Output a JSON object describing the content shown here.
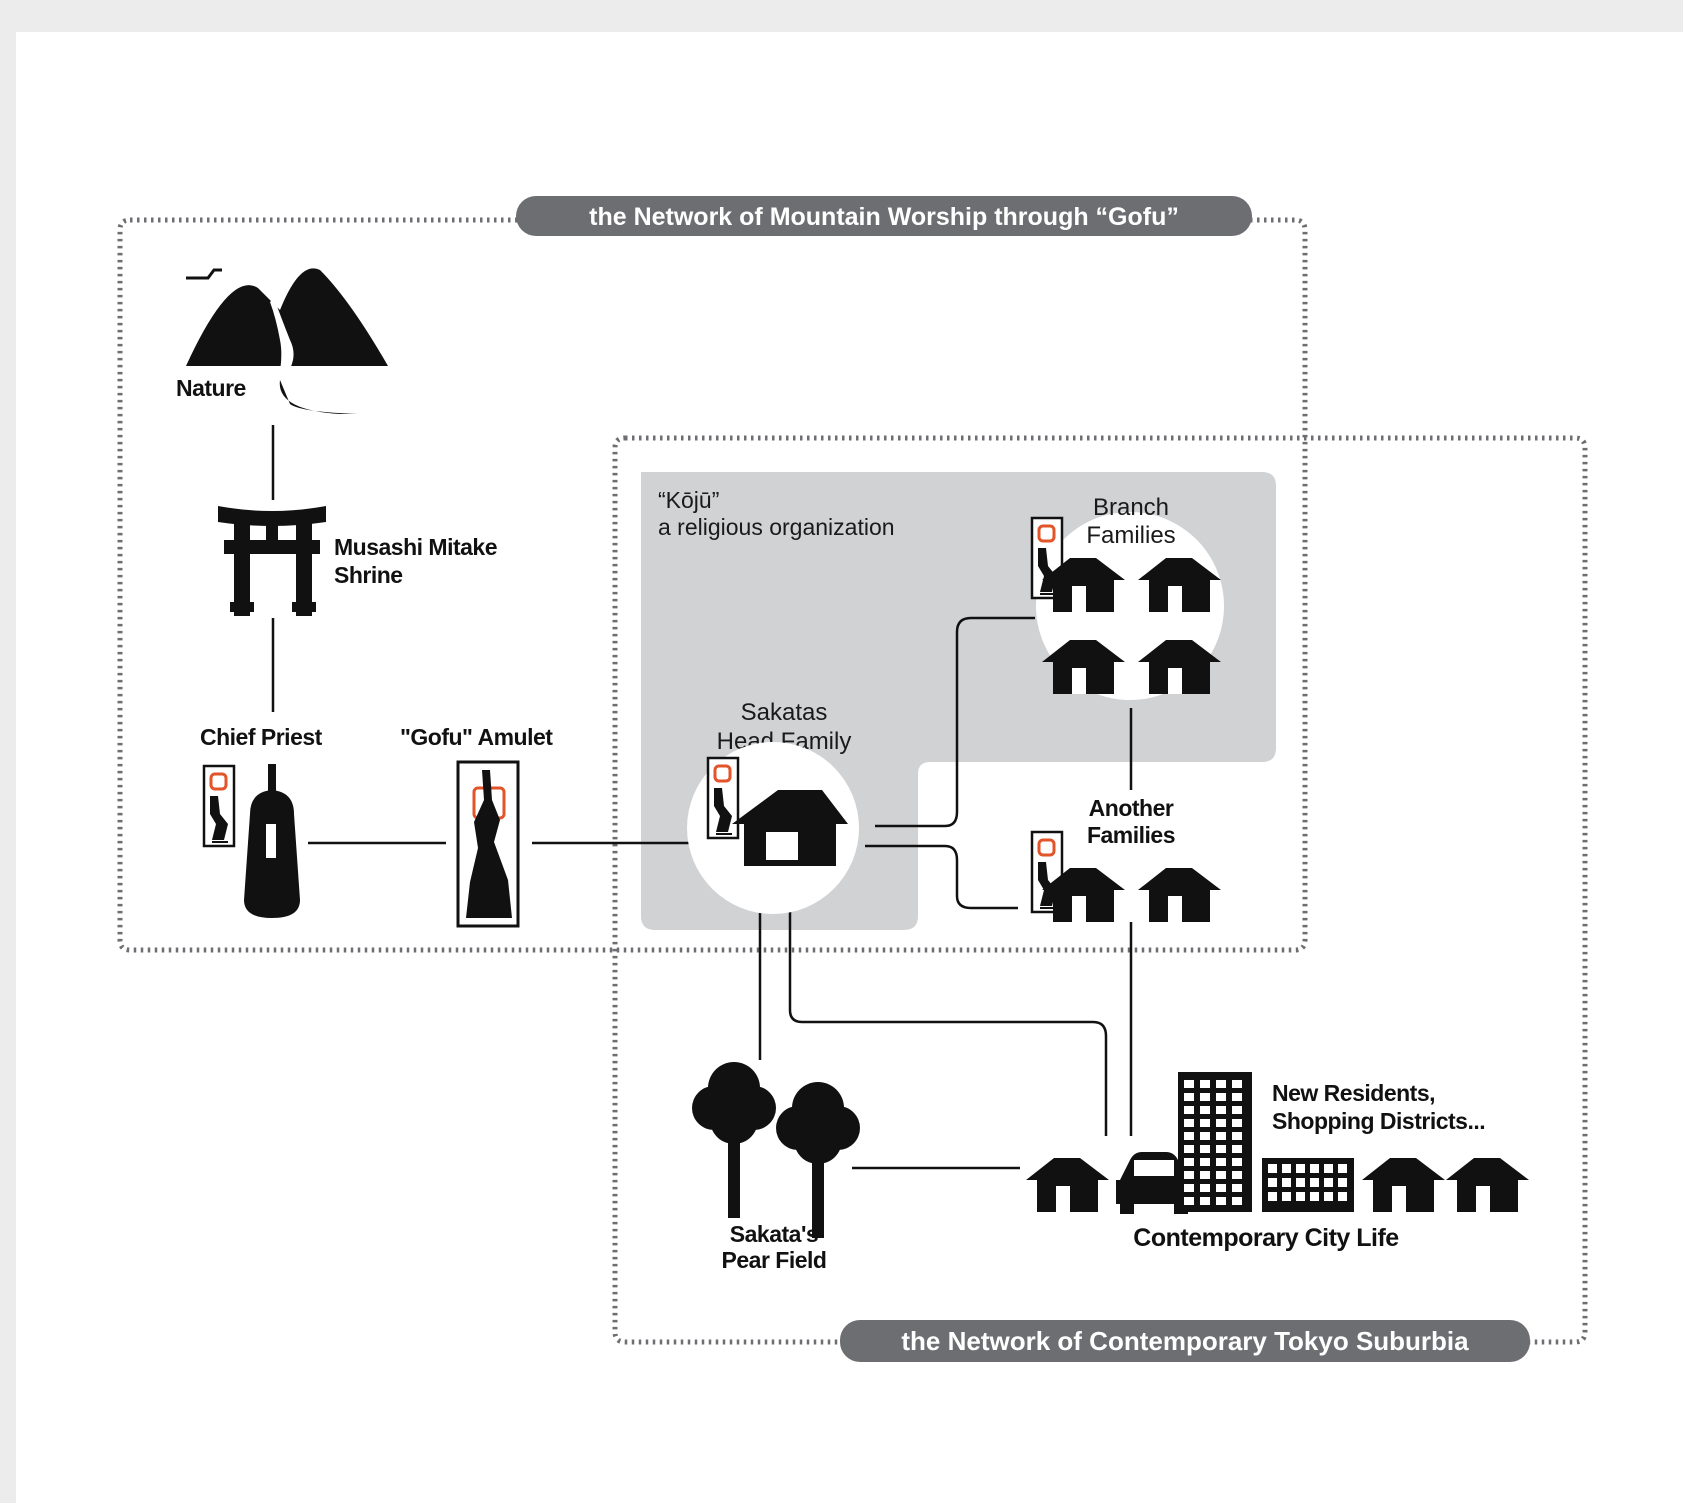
{
  "networks": {
    "mountain": "the Network of Mountain Worship through “Gofu”",
    "suburbia": "the Network of Contemporary Tokyo Suburbia"
  },
  "organization": {
    "name": "“Kōjū”",
    "description": "a religious organization"
  },
  "nodes": {
    "nature": "Nature",
    "shrine": [
      "Musashi Mitake",
      "Shrine"
    ],
    "chief_priest": "Chief Priest",
    "amulet": "\"Gofu\" Amulet",
    "head_family": [
      "Sakatas",
      "Head Family"
    ],
    "branch_families": [
      "Branch",
      "Families"
    ],
    "another_families": [
      "Another",
      "Families"
    ],
    "pear_field": [
      "Sakata's",
      "Pear Field"
    ],
    "new_residents": [
      "New Residents,",
      "Shopping Districts..."
    ],
    "city_life": "Contemporary City Life"
  },
  "colors": {
    "pill": "#6d6e71",
    "shaded_region": "#d1d2d4",
    "dotted_border": "#6d6e71",
    "icon": "#111111",
    "amulet_accent": "#e2542a"
  },
  "icons": {
    "nature": "mountain-river-icon",
    "shrine": "torii-gate-icon",
    "chief_priest": "priest-icon",
    "amulet": "amulet-icon",
    "house": "house-icon",
    "tree": "tree-icon",
    "car": "car-icon",
    "building": "building-icon"
  }
}
